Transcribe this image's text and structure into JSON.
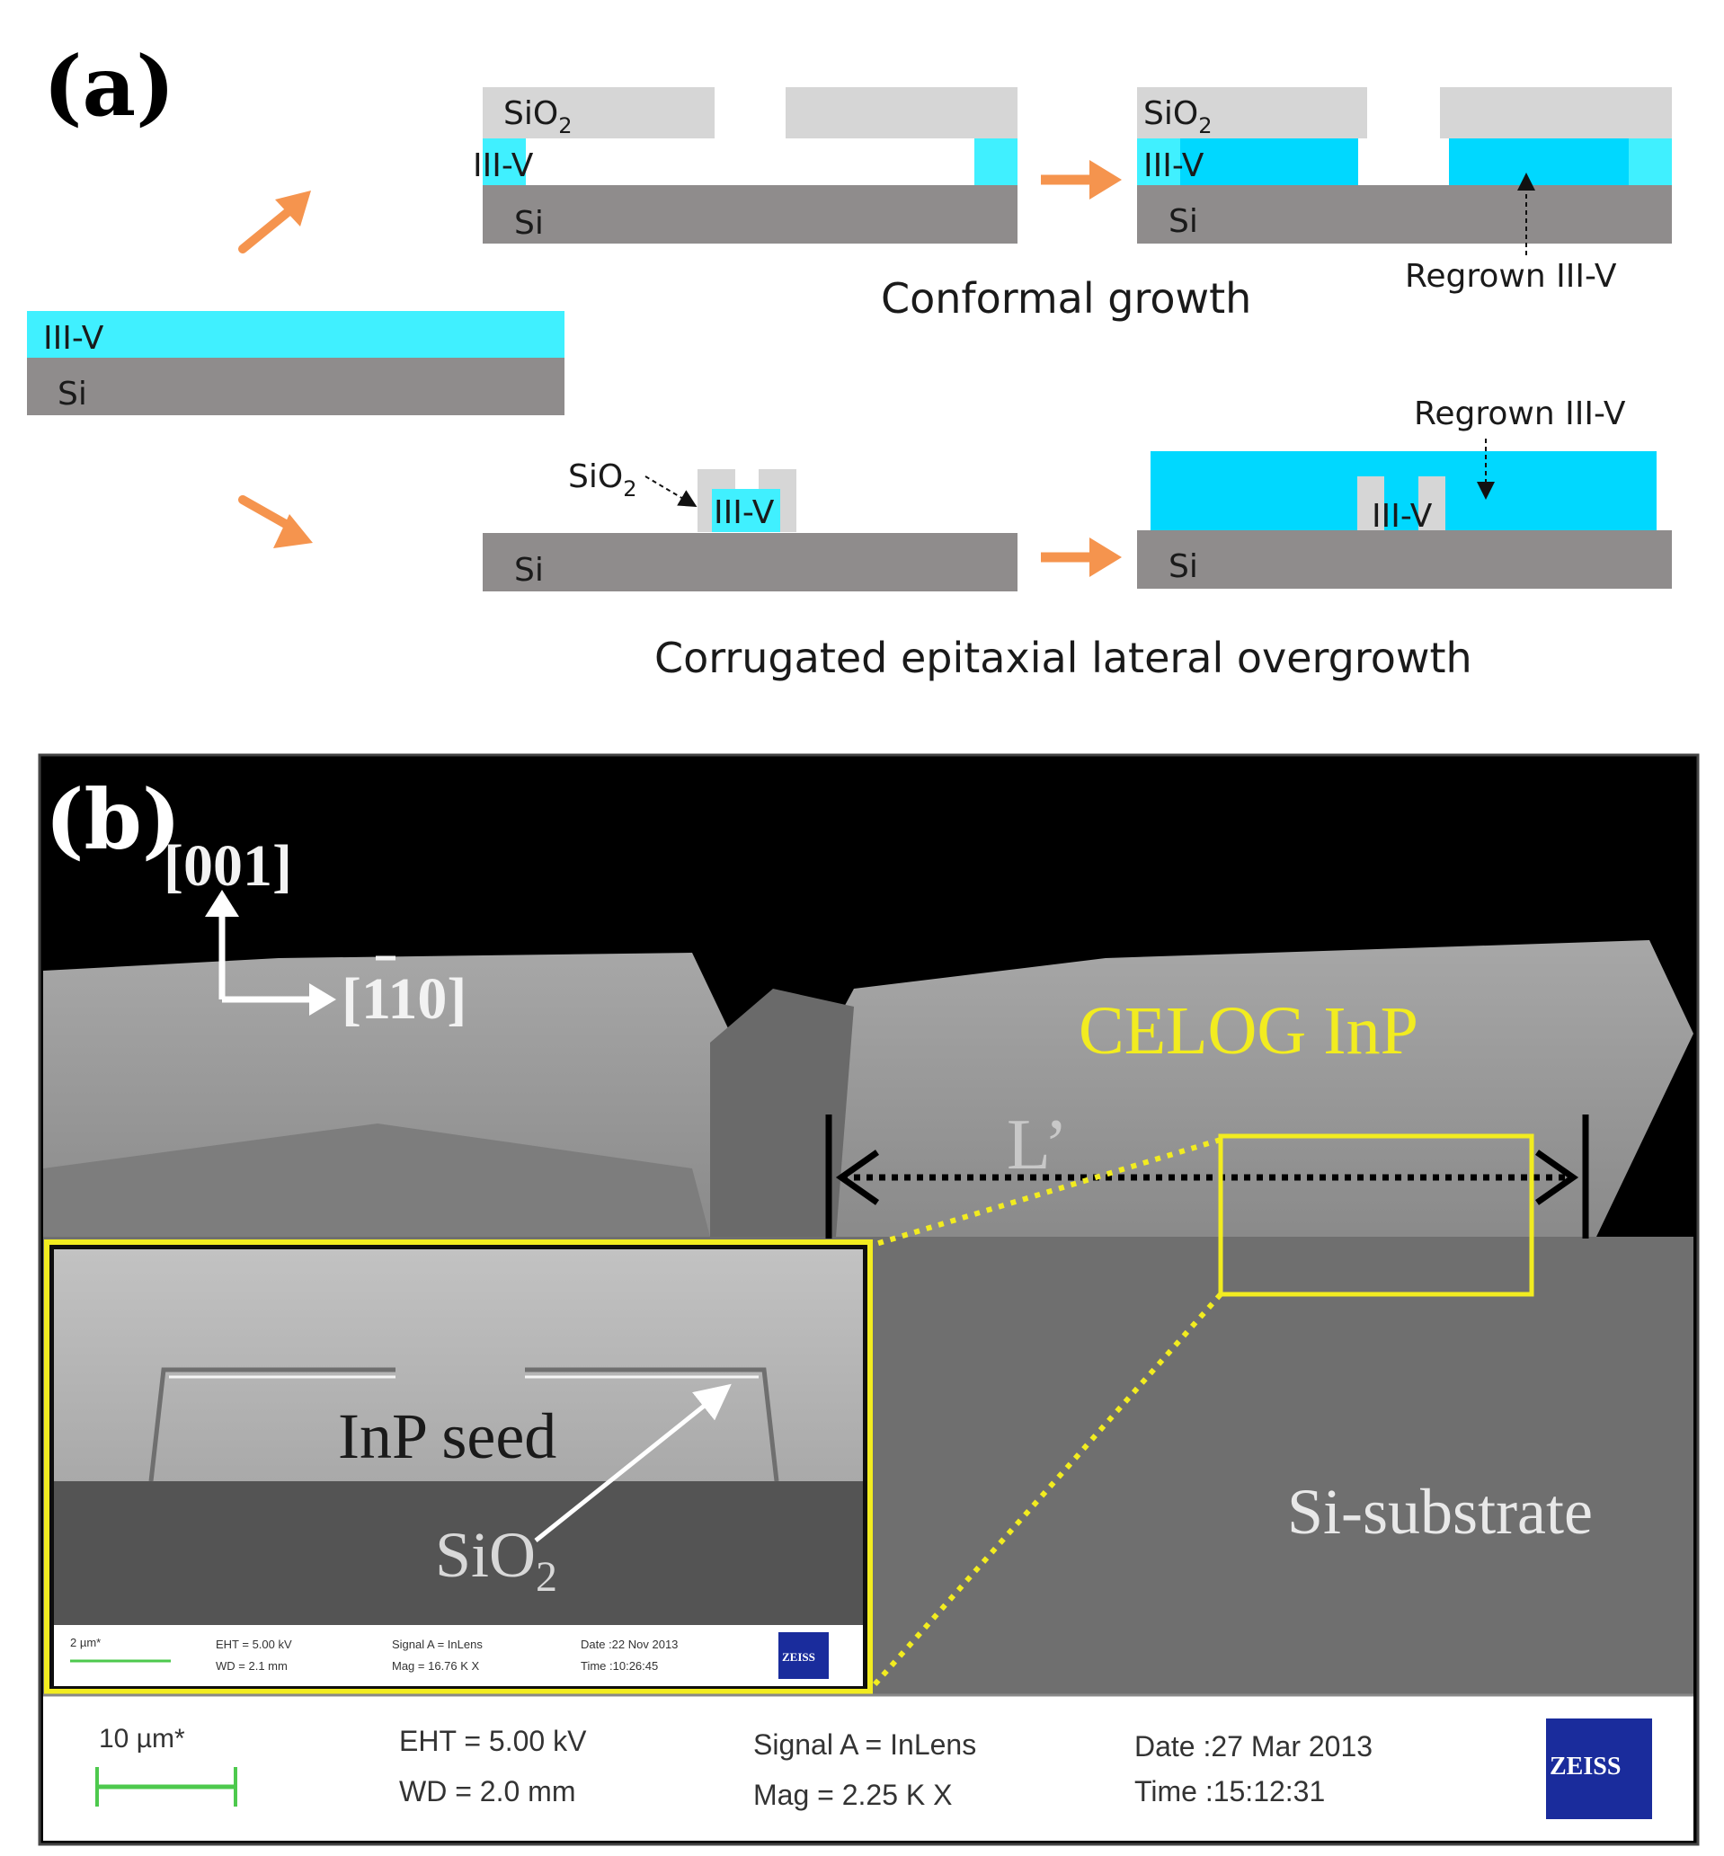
{
  "panel_a": {
    "letter": "(a)",
    "start_layer": "III-V",
    "start_substrate": "Si",
    "conformal": {
      "oxide_label": "SiO",
      "oxide_sub": "2",
      "layer_label": "III-V",
      "substrate_label": "Si",
      "oxide_label_2": "SiO",
      "oxide_sub_2": "2",
      "layer_label_2": "III-V",
      "substrate_label_2": "Si",
      "regrown_label": "Regrown III-V",
      "caption": "Conformal growth"
    },
    "celog": {
      "oxide_label": "SiO",
      "oxide_sub": "2",
      "seed_label": "III-V",
      "substrate_label": "Si",
      "regrown_label": "Regrown III-V",
      "seed_label_2": "III-V",
      "substrate_label_2": "Si",
      "caption": "Corrugated epitaxial lateral overgrowth"
    }
  },
  "panel_b": {
    "letter": "(b)",
    "axis_vertical": "[001]",
    "axis_horizontal": "[110]",
    "celog_label": "CELOG InP",
    "length_label": "L’",
    "substrate_label": "Si-substrate",
    "inset": {
      "seed_label": "InP seed",
      "oxide_label": "SiO",
      "oxide_sub": "2",
      "scale": "2 µm*",
      "eht": "EHT = 5.00 kV",
      "wd": "WD = 2.1 mm",
      "signal": "Signal A = InLens",
      "mag": "Mag = 16.76 K X",
      "date": "Date :22 Nov 2013",
      "time": "Time :10:26:45",
      "logo": "ZEISS"
    },
    "infobar": {
      "scale": "10 µm*",
      "eht": "EHT =  5.00 kV",
      "wd": "WD =  2.0 mm",
      "signal": "Signal A = InLens",
      "mag": "Mag =    2.25 K X",
      "date": "Date :27 Mar 2013",
      "time": "Time :15:12:31",
      "logo": "ZEISS"
    }
  },
  "colors": {
    "iii_v": "#00d8ff",
    "iii_v_light": "#40f0ff",
    "oxide": "#d6d6d6",
    "silicon": "#8f8c8c",
    "arrow": "#f5944e",
    "highlight": "#f2ec20"
  }
}
